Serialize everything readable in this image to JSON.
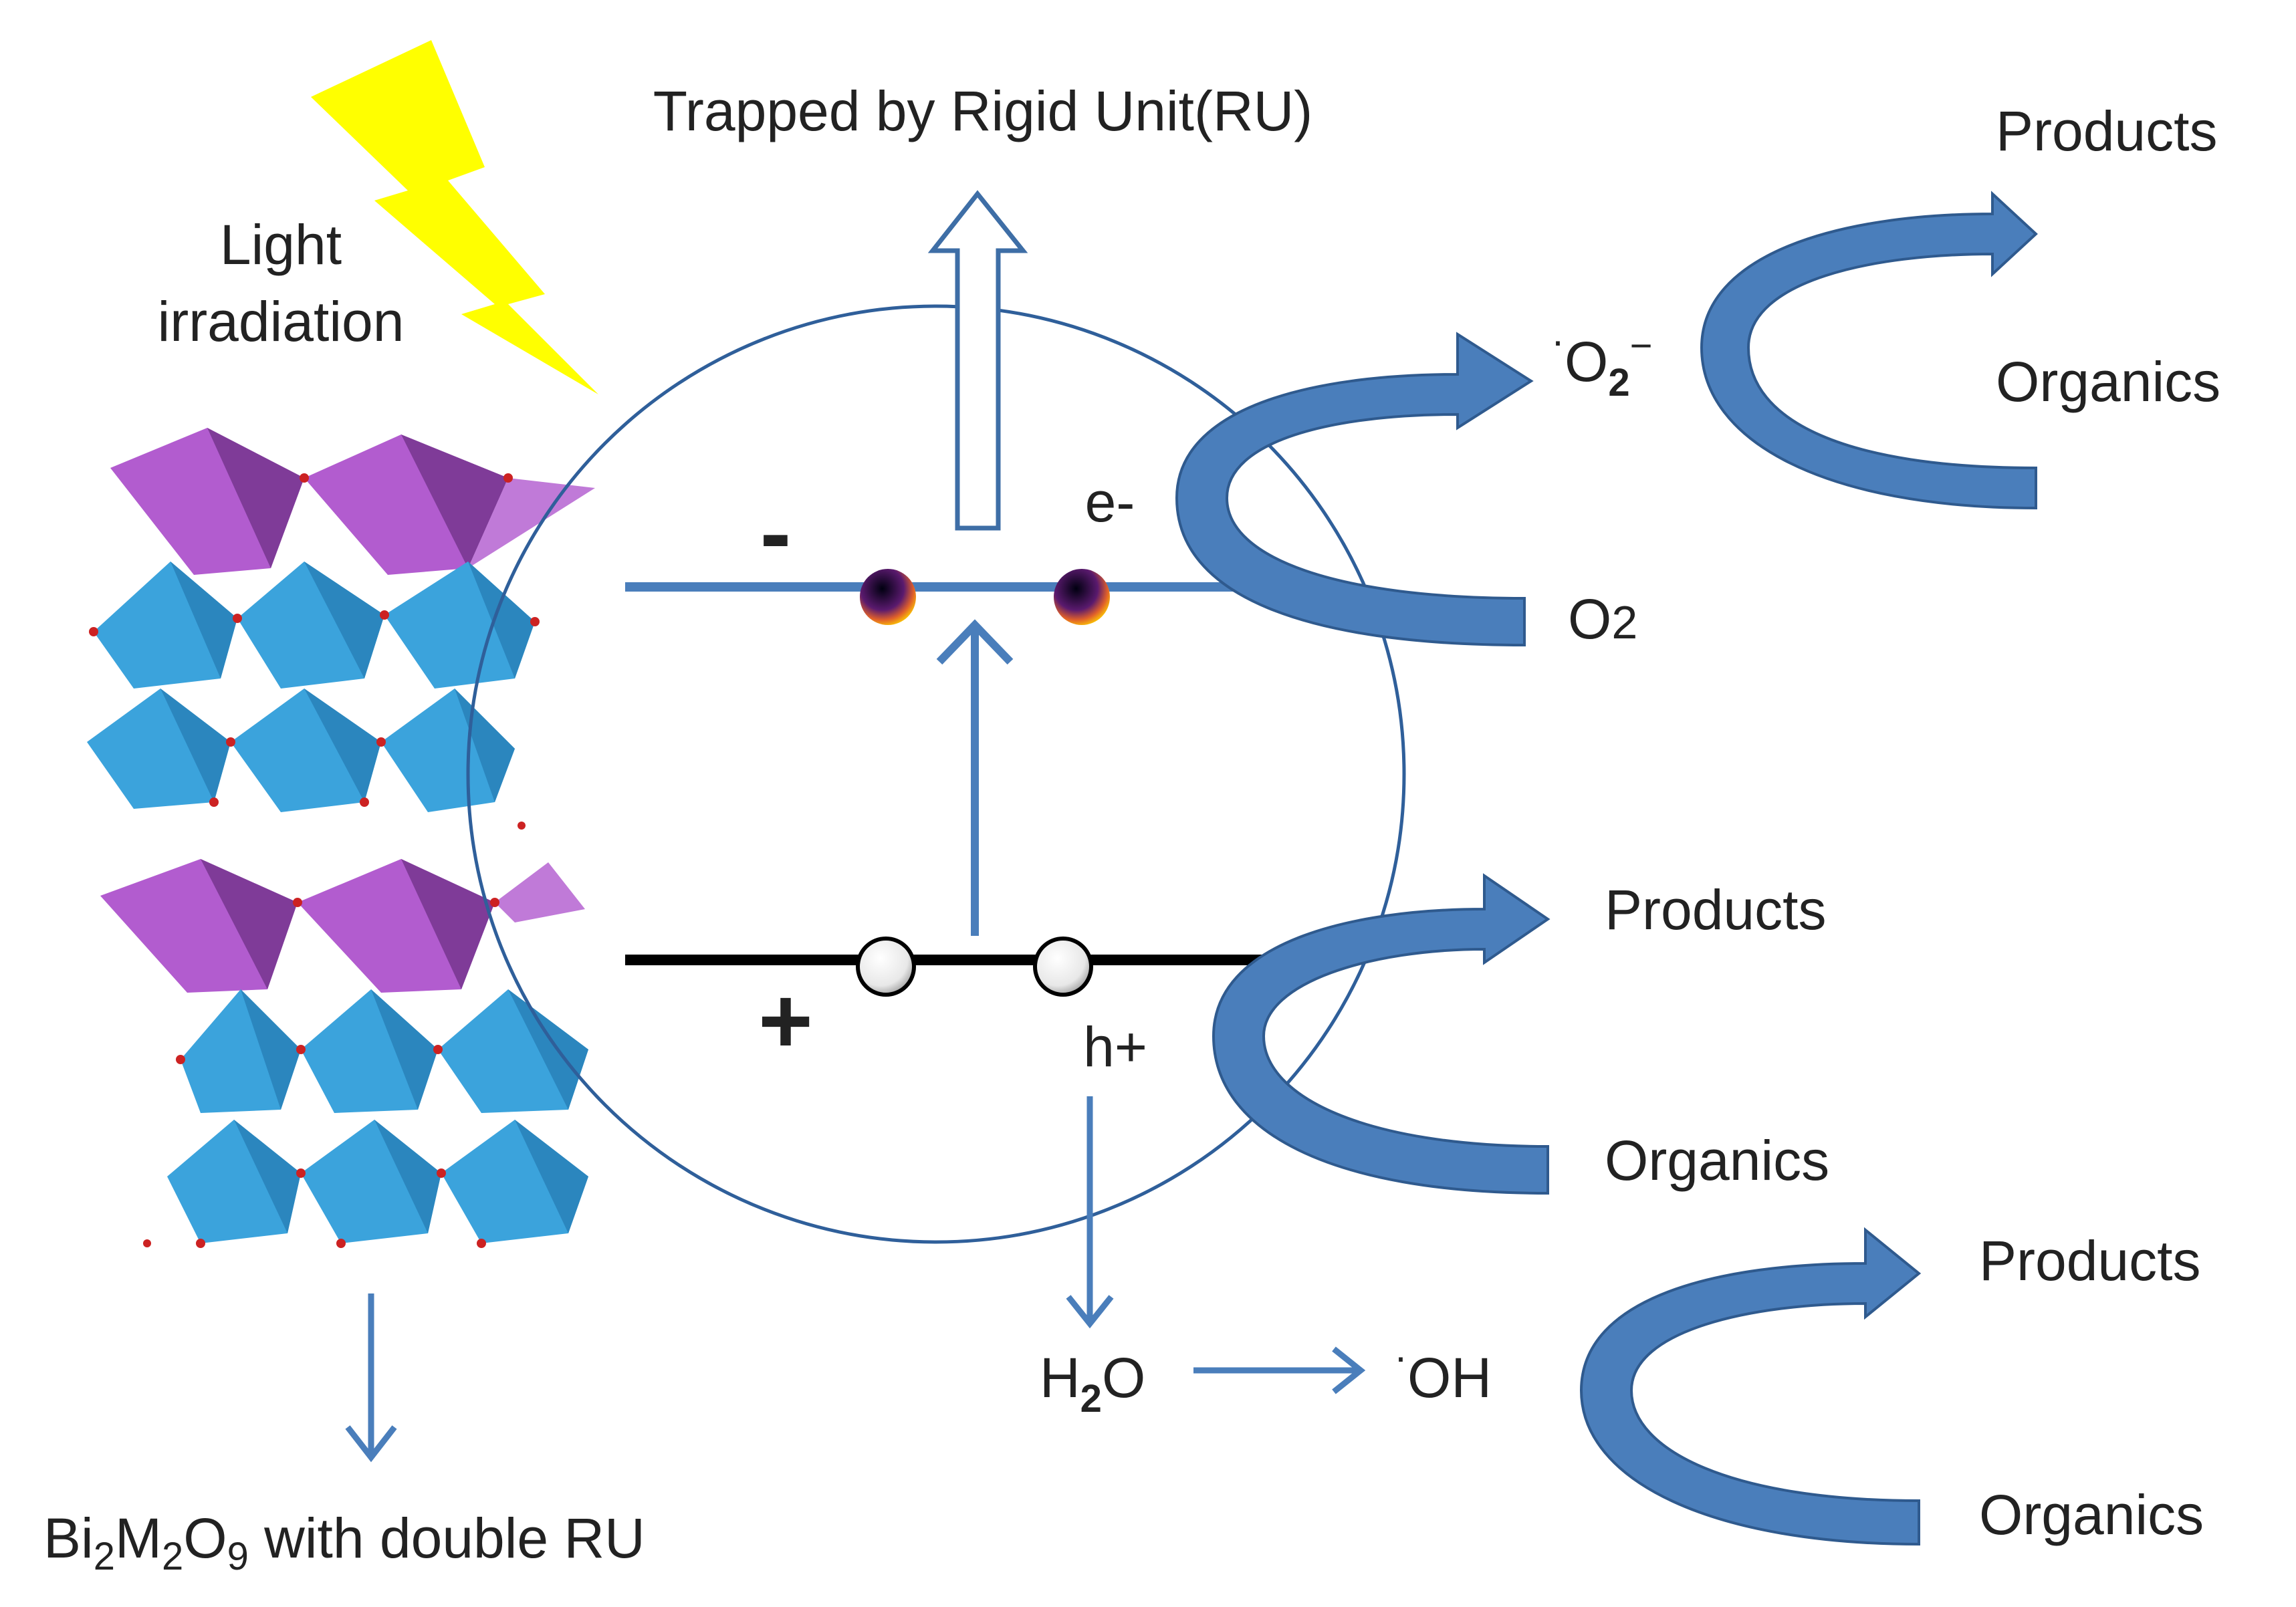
{
  "labels": {
    "light": [
      "Light",
      "irradiation"
    ],
    "trapped": "Trapped by Rigid Unit(RU)",
    "electron": "e-",
    "hole": "h+",
    "minus": "-",
    "plus": "+",
    "o2": "O",
    "o2_sub": "2",
    "superoxide_dot": "·",
    "superoxide_o": "O",
    "superoxide_sub": "2",
    "superoxide_sup": "−",
    "water_h": "H",
    "water_sub": "2",
    "water_o": "O",
    "hydroxyl_dot": "·",
    "hydroxyl": "OH",
    "products": "Products",
    "organics": "Organics",
    "caption_parts": [
      "Bi",
      "2",
      "M",
      "2",
      "O",
      "9",
      " with double RU"
    ]
  },
  "colors": {
    "light_bolt": "#ffff00",
    "arrow_blue": "#4a7ebb",
    "arrow_dark": "#3e6ea6",
    "arrow_border": "#2f5a8e",
    "circle": "#2f5f9a",
    "valence_band": "#000000",
    "octahedra_blue": "#3ba3dc",
    "octahedra_blue_dark": "#2b86be",
    "octahedra_purple": "#b25ccf",
    "octahedra_purple_dark": "#7f3b98",
    "oxygen_dot": "#cc2222"
  }
}
